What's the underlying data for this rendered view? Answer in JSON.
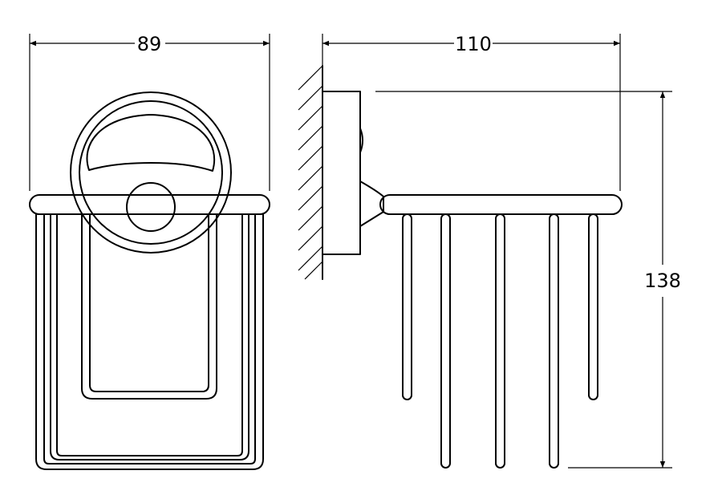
{
  "dimensions": {
    "width": "89",
    "depth": "110",
    "height": "138"
  }
}
